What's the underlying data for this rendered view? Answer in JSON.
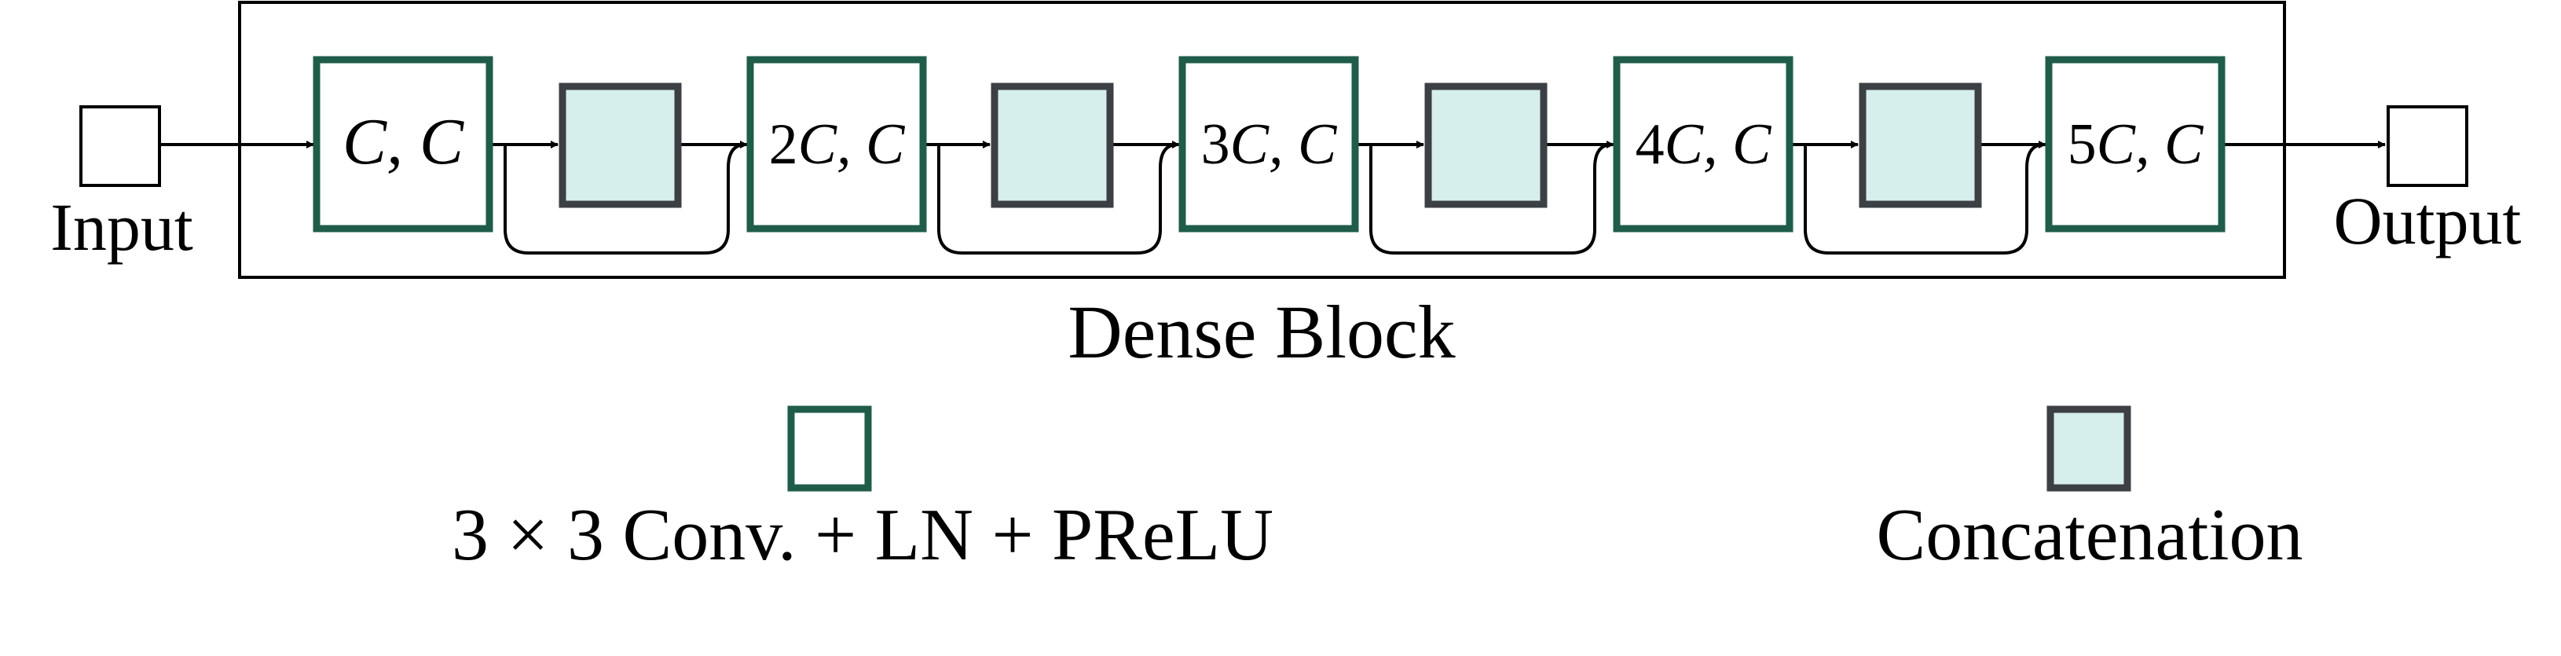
{
  "diagram": {
    "input_label": "Input",
    "output_label": "Output",
    "block_label": "Dense Block",
    "conv_nodes": [
      {
        "mult": "",
        "label": "C, C"
      },
      {
        "mult": "2",
        "label": "C, C"
      },
      {
        "mult": "3",
        "label": "C, C"
      },
      {
        "mult": "4",
        "label": "C, C"
      },
      {
        "mult": "5",
        "label": "C, C"
      }
    ],
    "concat_count": 4,
    "colors": {
      "conv_border": "#1f5c4a",
      "concat_fill": "#d6eeec",
      "concat_border": "#3c3f44",
      "line": "#000000"
    }
  },
  "legend": {
    "conv_label": "3 × 3 Conv. + LN + PReLU",
    "concat_label": "Concatenation"
  }
}
